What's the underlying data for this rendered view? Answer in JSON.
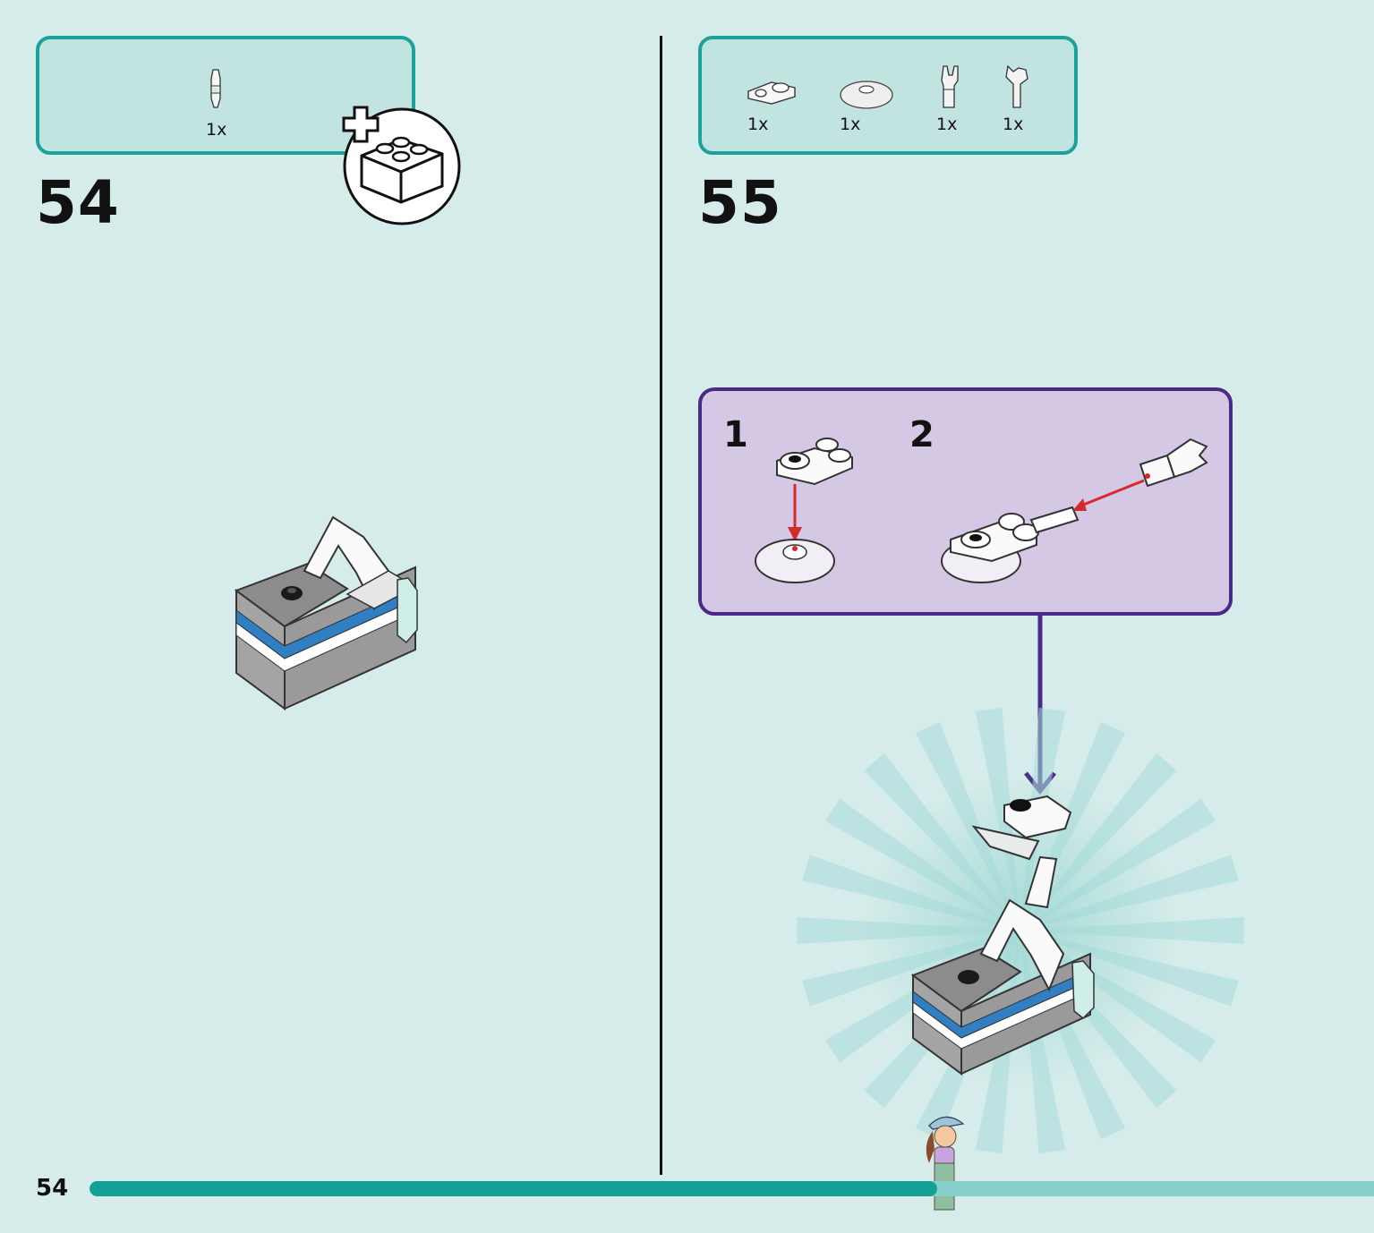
{
  "steps": [
    {
      "number": "54",
      "parts": [
        {
          "qty": "1x",
          "icon": "clip-bar-icon"
        }
      ],
      "add_brick_icon": "add-brick-icon"
    },
    {
      "number": "55",
      "parts": [
        {
          "qty": "1x",
          "icon": "plate-with-clip-icon"
        },
        {
          "qty": "1x",
          "icon": "round-dish-icon"
        },
        {
          "qty": "1x",
          "icon": "bar-holder-clip-icon"
        },
        {
          "qty": "1x",
          "icon": "clip-bar-icon"
        }
      ],
      "substeps": [
        {
          "number": "1"
        },
        {
          "number": "2"
        }
      ]
    }
  ],
  "page": {
    "number": "54"
  },
  "progress": {
    "fraction": 0.66
  },
  "colors": {
    "background": "#d6ecea",
    "teal": "#1ba39a",
    "purple": "#4a2a86",
    "arrow_red": "#d42a2a",
    "stripe_blue": "#2f7fc2"
  }
}
